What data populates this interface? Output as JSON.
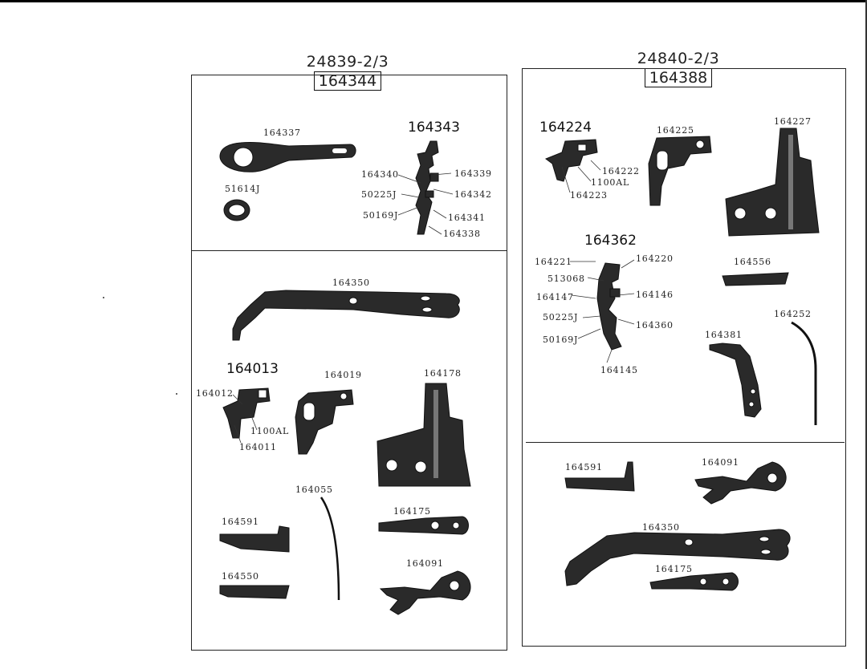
{
  "left_panel": {
    "model": "24839-2/3",
    "assembly": "164344",
    "top_section": {
      "group_label": "164343",
      "parts": [
        "164337",
        "51614J",
        "164340",
        "50225J",
        "50169J",
        "164339",
        "164342",
        "164341",
        "164338"
      ]
    },
    "middle_section": {
      "parts": [
        "164350",
        "164012",
        "1100AL",
        "164011",
        "164019",
        "164178"
      ],
      "group_label": "164013"
    },
    "bottom_section": {
      "parts": [
        "164055",
        "164175",
        "164591",
        "164550",
        "164091"
      ]
    }
  },
  "right_panel": {
    "model": "24840-2/3",
    "assembly": "164388",
    "top_section": {
      "group_label": "164224",
      "parts": [
        "164225",
        "164227",
        "164222",
        "1100AL",
        "164223"
      ],
      "group2_label": "164362",
      "parts2": [
        "164221",
        "164220",
        "513068",
        "164147",
        "164146",
        "50225J",
        "164360",
        "50169J",
        "164145",
        "164556",
        "164252",
        "164381"
      ]
    },
    "bottom_section": {
      "parts": [
        "164591",
        "164091",
        "164350",
        "164175"
      ]
    }
  }
}
